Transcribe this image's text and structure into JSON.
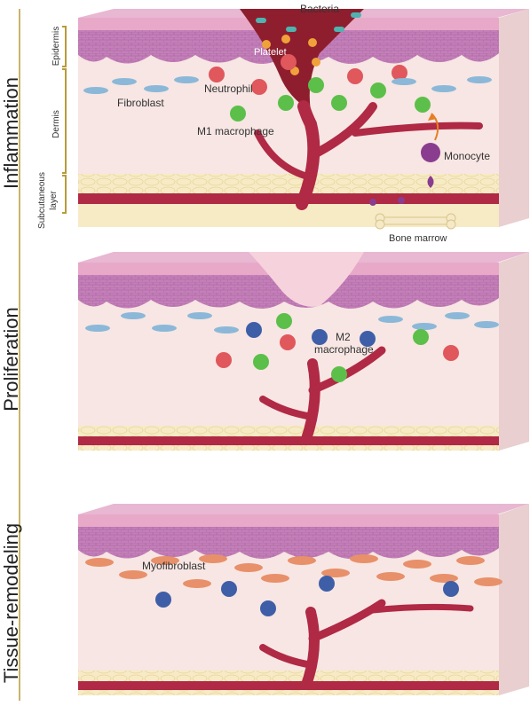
{
  "stages": {
    "inflammation": "Inflammation",
    "proliferation": "Proliferation",
    "remodeling": "Tissue-remodeling"
  },
  "layers": {
    "epidermis": "Epidermis",
    "dermis": "Dermis",
    "subcutaneous": "Subcutaneous layer"
  },
  "cells": {
    "bacteria": "Bacteria",
    "platelet": "Platelet",
    "neutrophil": "Neutrophil",
    "fibroblast": "Fibroblast",
    "m1_macrophage": "M1 macrophage",
    "monocyte": "Monocyte",
    "bone_marrow": "Bone marrow",
    "m2_macrophage": "M2 macrophage",
    "myofibroblast": "Myofibroblast"
  },
  "colors": {
    "epidermis_top": "#e8a9c8",
    "epidermis_mid": "#d48fc0",
    "dermis": "#f7e6e3",
    "fat": "#f5e6b8",
    "vessel": "#b02945",
    "clot": "#8e1e2e",
    "fibroblast": "#8bb8d8",
    "myofibroblast": "#e8906a",
    "m1_macrophage": "#5cbf4a",
    "m2_macrophage": "#3f5ea8",
    "neutrophil": "#e0575c",
    "monocyte": "#8a3d8e",
    "scar": "#f6d3dc",
    "arrow": "#e67e22",
    "bracket": "#b89a3a"
  }
}
